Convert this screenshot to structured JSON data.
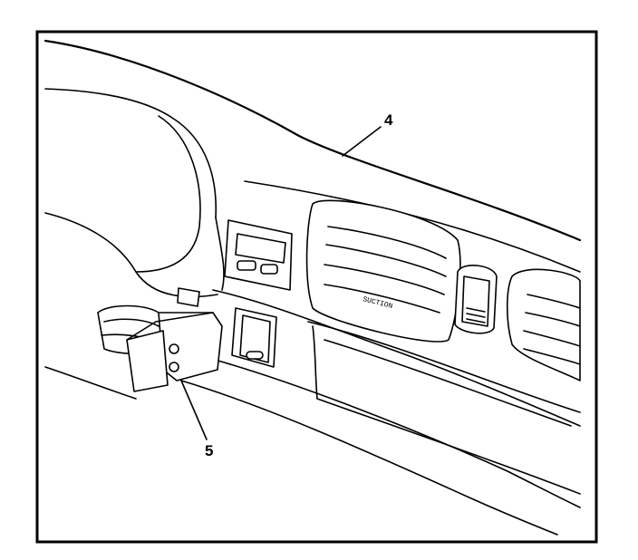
{
  "callouts": [
    {
      "id": "4",
      "text": "4",
      "target": "instrument-panel"
    },
    {
      "id": "5",
      "text": "5",
      "target": "switch-assembly"
    }
  ],
  "colors": {
    "line": "#000000",
    "background": "#ffffff"
  }
}
